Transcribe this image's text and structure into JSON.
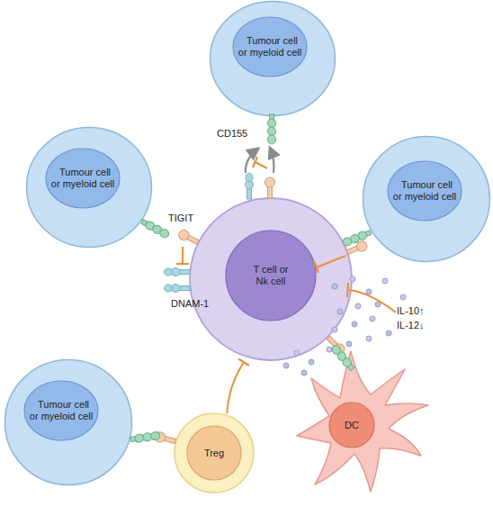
{
  "diagram": {
    "nodes": [
      {
        "text": [
          "Tumour cell or myeloid cell"
        ]
      },
      {
        "text": [
          "Tumour cell or myeloid cell"
        ]
      },
      {
        "text": [
          "Tumour cell or myeloid cell"
        ]
      },
      {
        "text": [
          "T cell or Nk cell"
        ]
      },
      {
        "text": [
          "Tumour cell or myeloid cell"
        ]
      },
      {
        "text": [
          "Treg"
        ]
      },
      {
        "text": [
          "DC"
        ]
      }
    ],
    "edges": [
      {
        "from": 5,
        "to": 3,
        "arrow": "to"
      }
    ],
    "labels": [
      "CD155",
      "TIGIT",
      "DNAM-1",
      "IL-10↑",
      "IL-12↓"
    ]
  }
}
